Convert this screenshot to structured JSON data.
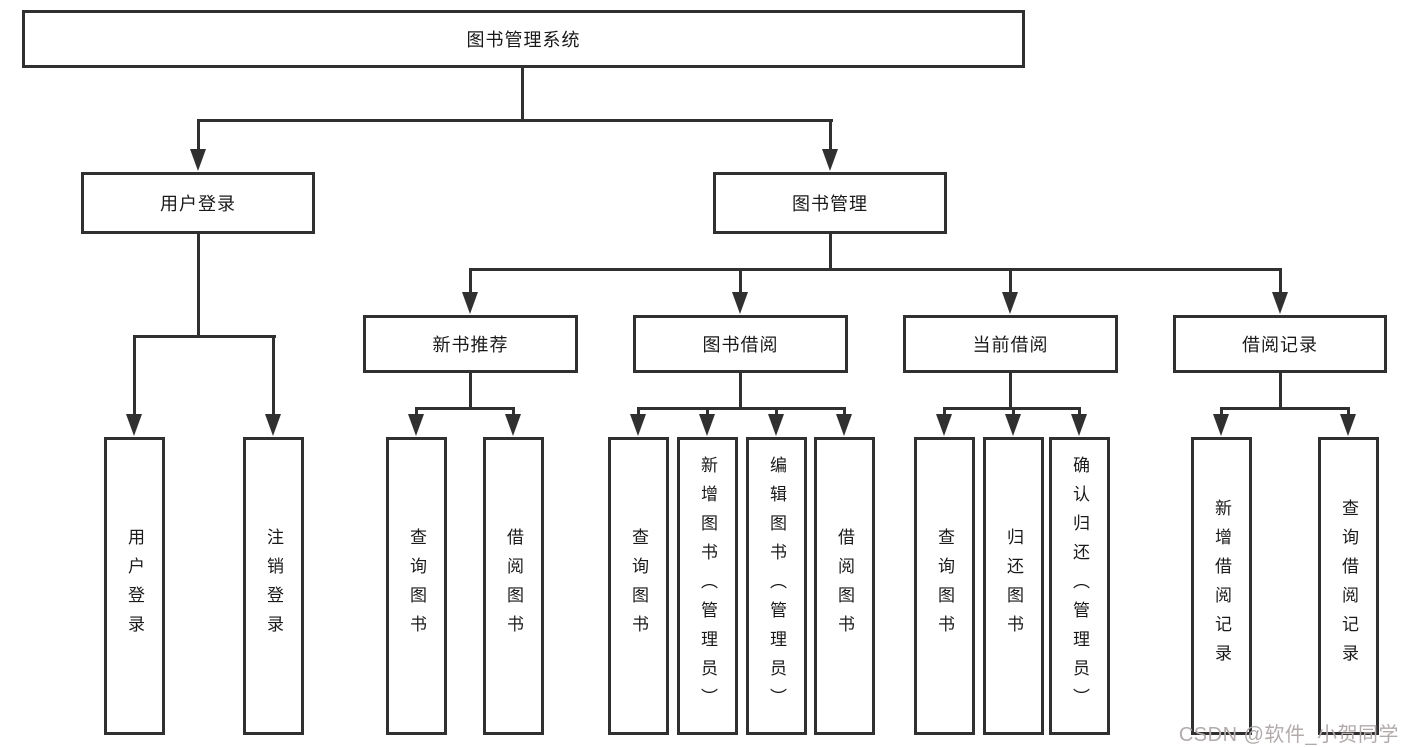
{
  "diagram": {
    "type": "hierarchy-chart",
    "title": "图书管理系统"
  },
  "nodes": {
    "root": "图书管理系统",
    "user_login": "用户登录",
    "book_mgmt": "图书管理",
    "new_book_rec": "新书推荐",
    "book_borrowing": "图书借阅",
    "current_borrowing": "当前借阅",
    "borrowing_records": "借阅记录",
    "leaf_user_login": "用户登录",
    "leaf_logout": "注销登录",
    "leaf_query_books_rec": "查询图书",
    "leaf_borrow_books_rec": "借阅图书",
    "leaf_query_books_borrow": "查询图书",
    "leaf_add_book_admin": "新增图书（管理员）",
    "leaf_edit_book_admin": "编辑图书（管理员）",
    "leaf_borrow_books_borrow": "借阅图书",
    "leaf_query_books_current": "查询图书",
    "leaf_return_books": "归还图书",
    "leaf_confirm_return_admin": "确认归还（管理员）",
    "leaf_add_borrow_record": "新增借阅记录",
    "leaf_query_borrow_record": "查询借阅记录"
  },
  "hierarchy": {
    "label": "图书管理系统",
    "children": [
      {
        "label": "用户登录",
        "children": [
          {
            "label": "用户登录"
          },
          {
            "label": "注销登录"
          }
        ]
      },
      {
        "label": "图书管理",
        "children": [
          {
            "label": "新书推荐",
            "children": [
              {
                "label": "查询图书"
              },
              {
                "label": "借阅图书"
              }
            ]
          },
          {
            "label": "图书借阅",
            "children": [
              {
                "label": "查询图书"
              },
              {
                "label": "新增图书（管理员）"
              },
              {
                "label": "编辑图书（管理员）"
              },
              {
                "label": "借阅图书"
              }
            ]
          },
          {
            "label": "当前借阅",
            "children": [
              {
                "label": "查询图书"
              },
              {
                "label": "归还图书"
              },
              {
                "label": "确认归还（管理员）"
              }
            ]
          },
          {
            "label": "借阅记录",
            "children": [
              {
                "label": "新增借阅记录"
              },
              {
                "label": "查询借阅记录"
              }
            ]
          }
        ]
      }
    ]
  },
  "watermark": {
    "text": "CSDN @软件_小贺同学",
    "color": "#b3abab"
  },
  "colors": {
    "line": "#303030",
    "text": "#1a1a1a",
    "background": "#ffffff"
  }
}
